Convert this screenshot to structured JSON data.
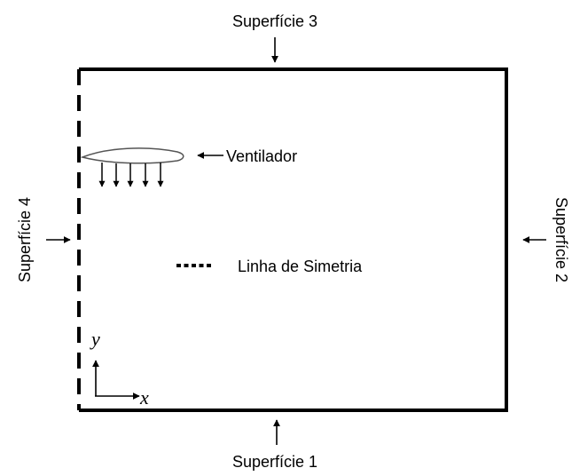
{
  "surfaces": {
    "top": "Superfície 3",
    "right": "Superfície 2",
    "bottom": "Superfície 1",
    "left": "Superfície 4"
  },
  "fan_label": "Ventilador",
  "symmetry_label": "Linha de Simetria",
  "axes": {
    "x": "x",
    "y": "y"
  },
  "colors": {
    "line": "#000000",
    "fan_outline": "#555555",
    "background": "#ffffff"
  }
}
